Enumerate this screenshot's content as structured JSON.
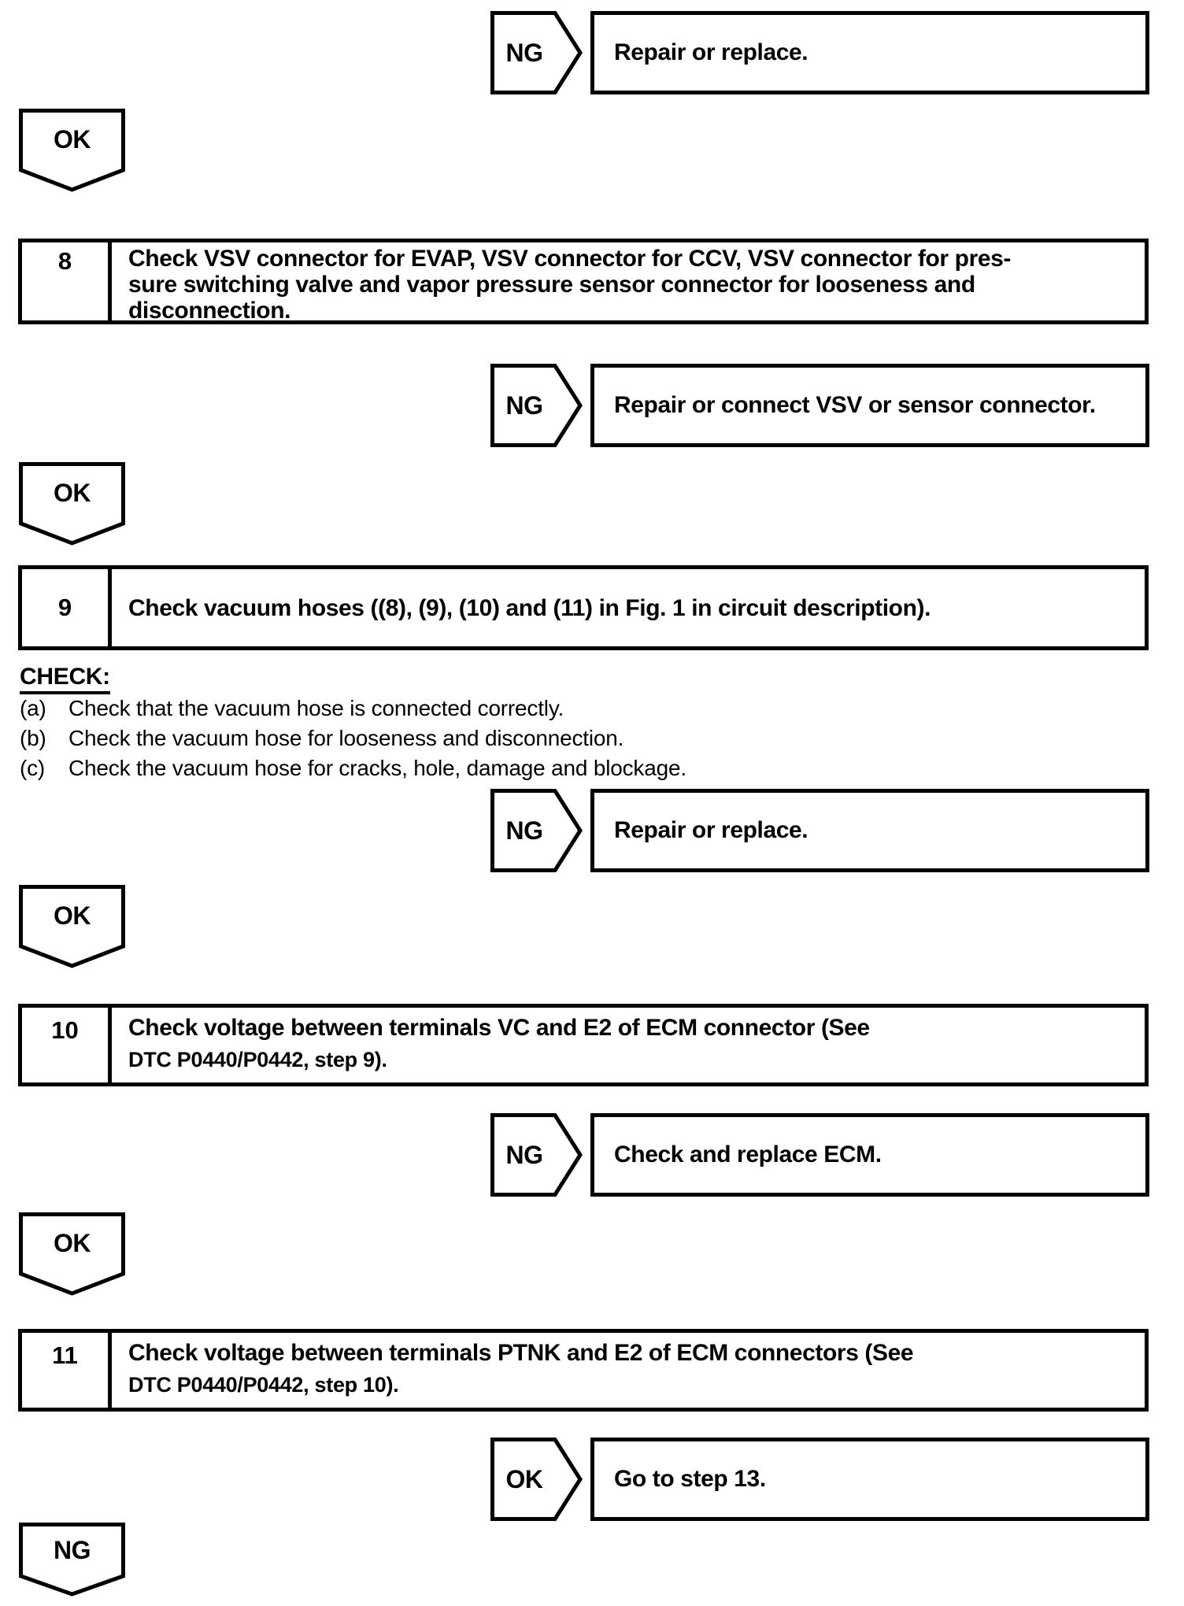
{
  "page": {
    "background": "#ffffff",
    "ink": "#000000"
  },
  "branches": [
    {
      "tag": "NG",
      "action": "Repair or replace."
    },
    {
      "tag": "NG",
      "action": "Repair or connect VSV or sensor connector."
    },
    {
      "tag": "NG",
      "action": "Repair or replace."
    },
    {
      "tag": "NG",
      "action": "Check and replace ECM."
    },
    {
      "tag": "OK",
      "action": "Go to step 13."
    }
  ],
  "flow_markers": [
    "OK",
    "OK",
    "OK",
    "OK",
    "NG"
  ],
  "steps": [
    {
      "number": "8",
      "lines": [
        "Check VSV connector for EVAP, VSV connector for CCV, VSV connector for pres-",
        "sure switching valve and vapor pressure sensor connector for looseness and",
        "disconnection."
      ]
    },
    {
      "number": "9",
      "lines": [
        "Check vacuum hoses ((8), (9), (10) and (11) in Fig. 1 in circuit description)."
      ]
    },
    {
      "number": "10",
      "lines": [
        "Check voltage between terminals VC and E2 of ECM connector (See"
      ],
      "subline": "DTC P0440/P0442, step 9)."
    },
    {
      "number": "11",
      "lines": [
        "Check voltage between terminals PTNK and E2 of ECM connectors (See"
      ],
      "subline": "DTC P0440/P0442, step 10)."
    }
  ],
  "check_list": {
    "heading": "CHECK:",
    "items": [
      {
        "label": "(a)",
        "text": "Check that the vacuum hose is connected correctly."
      },
      {
        "label": "(b)",
        "text": "Check the vacuum hose for looseness and disconnection."
      },
      {
        "label": "(c)",
        "text": "Check the vacuum hose for cracks, hole, damage and blockage."
      }
    ]
  }
}
